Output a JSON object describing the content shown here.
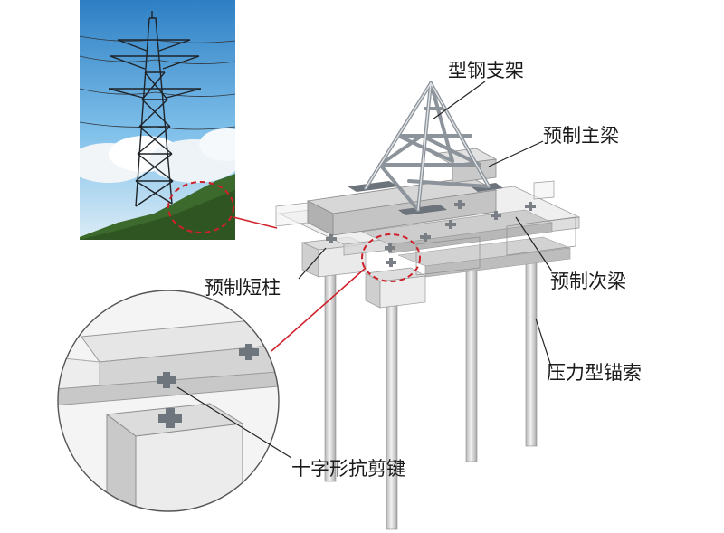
{
  "labels": {
    "steel_frame": "型钢支架",
    "main_beam": "预制主梁",
    "short_column": "预制短柱",
    "secondary_beam": "预制次梁",
    "anchor_cable": "压力型锚索",
    "shear_key": "十字形抗剪键"
  },
  "colors": {
    "concrete": "#e4e4e4",
    "concrete_dark": "#b9b9b9",
    "steel": "#c8cdd2",
    "callout_red": "#d0202a",
    "sky": "#3f93d4"
  },
  "icons": {
    "tower_photo": "transmission-tower-photo"
  }
}
